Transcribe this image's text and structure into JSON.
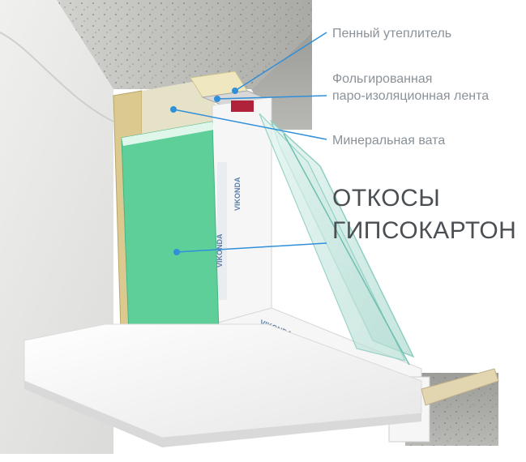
{
  "labels": {
    "foam_insulation": "Пенный утеплитель",
    "foil_tape_line1": "Фольгированная",
    "foil_tape_line2": "паро-изоляционная лента",
    "mineral_wool": "Минеральная вата",
    "slopes_line1": "ОТКОСЫ",
    "slopes_line2": "ГИПСОКАРТОН"
  },
  "profile_brand": "VIKONDA",
  "colors": {
    "accent_line": "#2f8fd9",
    "accent_dot": "#2f8fd9",
    "drywall": "#5fcf9a",
    "concrete": "#b9b9b4",
    "concrete_dark": "#8f8f8b",
    "wall_plaster": "#e2e2e0",
    "sill": "#f3f3f3",
    "pvc_frame": "#f6f6f6",
    "gasket_red": "#b0223a",
    "glass": "#cfe9e4",
    "wood_batten": "#dcc98f",
    "mineral_wool": "#e6e2c8"
  }
}
